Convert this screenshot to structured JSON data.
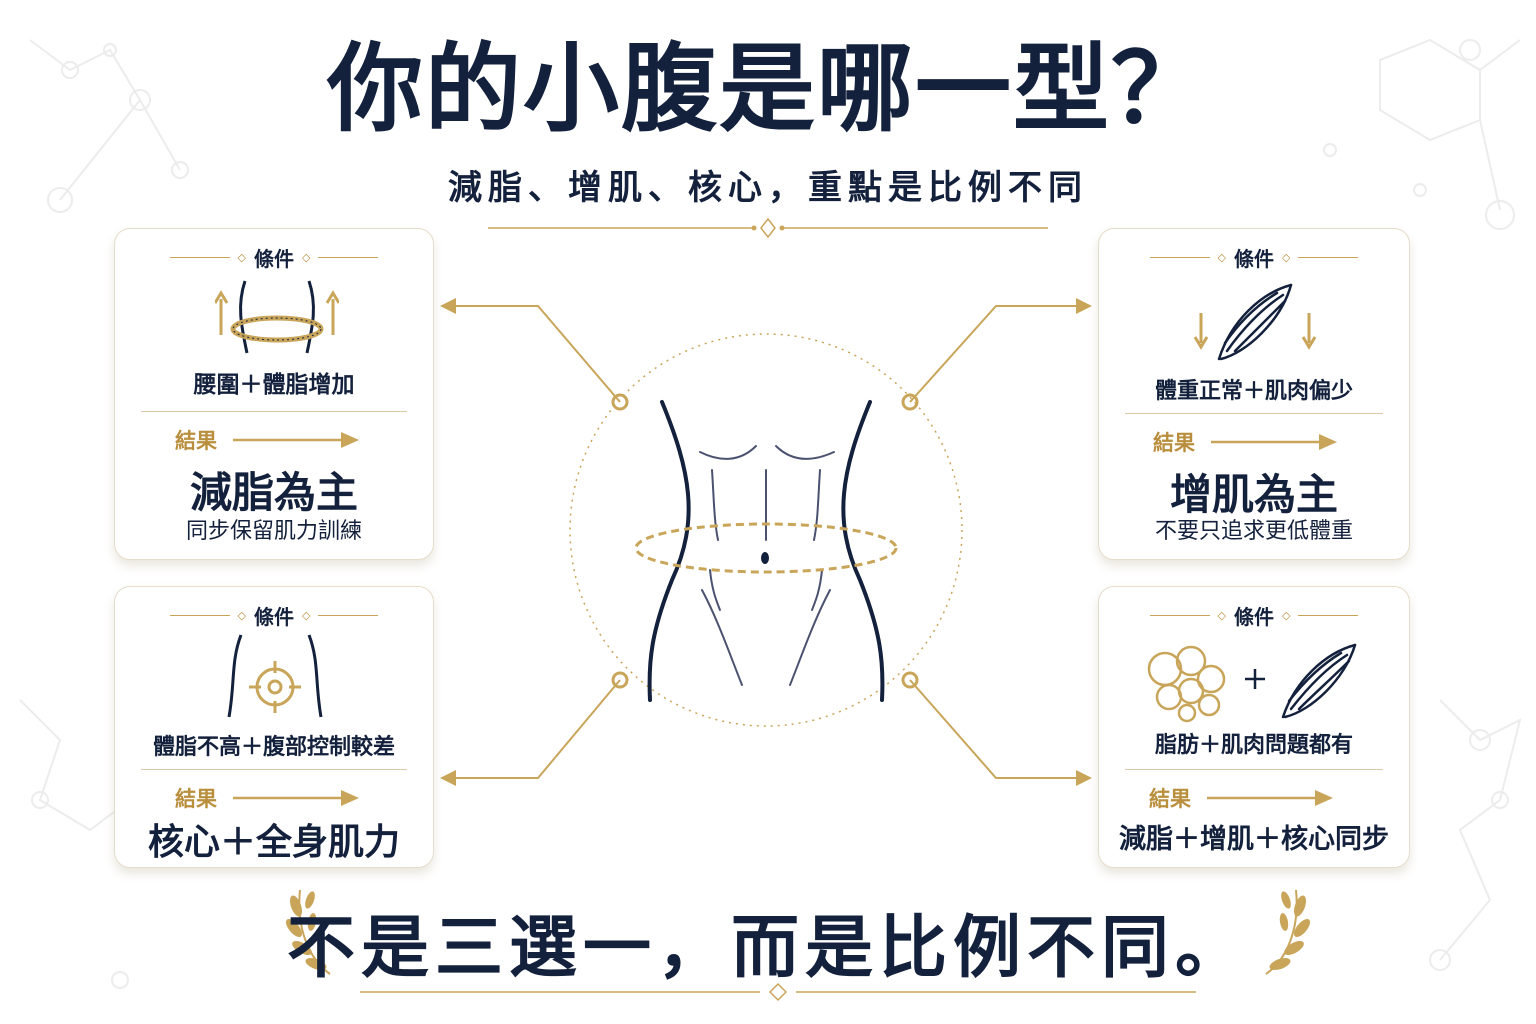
{
  "title": "你的小腹是哪一型？",
  "subtitle": "減脂、增肌、核心，重點是比例不同",
  "colors": {
    "navy": "#14213d",
    "gold": "#c9a55a",
    "gold_dark": "#b98f3e"
  },
  "cards": {
    "top_left": {
      "condition_label": "條件",
      "icon": "waist-measuring-tape-icon",
      "condition": "腰圍＋體脂增加",
      "result_label": "結果",
      "result": "減脂為主",
      "note": "同步保留肌力訓練"
    },
    "top_right": {
      "condition_label": "條件",
      "icon": "muscle-fiber-icon",
      "condition": "體重正常＋肌肉偏少",
      "result_label": "結果",
      "result": "增肌為主",
      "note": "不要只追求更低體重"
    },
    "bottom_left": {
      "condition_label": "條件",
      "icon": "core-target-icon",
      "condition": "體脂不高＋腹部控制較差",
      "result_label": "結果",
      "result": "核心＋全身肌力"
    },
    "bottom_right": {
      "condition_label": "條件",
      "icon": "fat-cells-plus-muscle-icon",
      "condition": "脂肪＋肌肉問題都有",
      "result_label": "結果",
      "result": "減脂＋增肌＋核心同步"
    }
  },
  "footer": "不是三選一，而是比例不同。"
}
